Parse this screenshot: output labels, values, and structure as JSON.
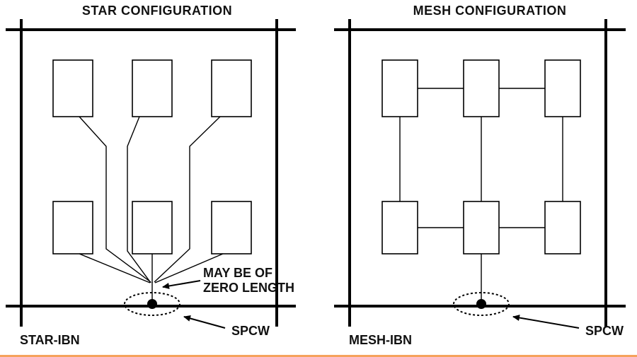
{
  "colors": {
    "line": "#000000",
    "background": "#ffffff",
    "accent_bottom_bar": "#f5a25c"
  },
  "star": {
    "title": "STAR CONFIGURATION",
    "annotation": {
      "line1": "MAY BE OF",
      "line2": "ZERO LENGTH"
    },
    "spcw_label": "SPCW",
    "footer_label": "STAR-IBN"
  },
  "mesh": {
    "title": "MESH CONFIGURATION",
    "spcw_label": "SPCW",
    "footer_label": "MESH-IBN"
  }
}
